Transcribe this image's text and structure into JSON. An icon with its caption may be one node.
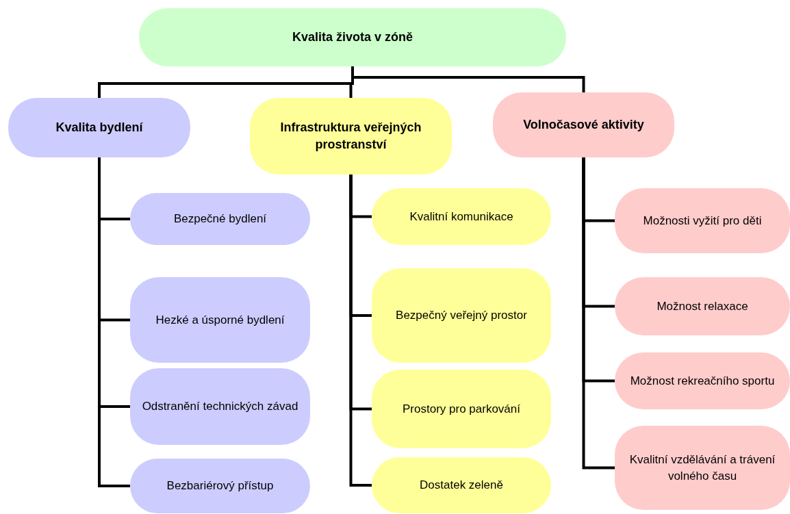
{
  "diagram": {
    "nodes": [
      {
        "text": [
          "Kvalita života v zóně"
        ]
      },
      {
        "text": [
          "Kvalita bydlení"
        ]
      },
      {
        "text": [
          "Infrastruktura veřejných prostranství"
        ]
      },
      {
        "text": [
          "Volnočasové aktivity"
        ]
      },
      {
        "text": [
          "Bezpečné bydlení"
        ]
      },
      {
        "text": [
          "Hezké a úsporné bydlení"
        ]
      },
      {
        "text": [
          "Odstranění technických závad"
        ]
      },
      {
        "text": [
          "Bezbariérový přístup"
        ]
      },
      {
        "text": [
          "Kvalitní komunikace"
        ]
      },
      {
        "text": [
          "Bezpečný veřejný prostor"
        ]
      },
      {
        "text": [
          "Prostory pro parkování"
        ]
      },
      {
        "text": [
          "Dostatek zeleně"
        ]
      },
      {
        "text": [
          "Možnosti vyžití pro děti"
        ]
      },
      {
        "text": [
          "Možnost relaxace"
        ]
      },
      {
        "text": [
          "Možnost rekreačního sportu"
        ]
      },
      {
        "text": [
          "Kvalitní vzdělávání a trávení volného času"
        ]
      }
    ],
    "edges": [
      {
        "from": 0,
        "to": 1,
        "arrow": "none"
      },
      {
        "from": 0,
        "to": 2,
        "arrow": "none"
      },
      {
        "from": 0,
        "to": 3,
        "arrow": "none"
      },
      {
        "from": 1,
        "to": 4,
        "arrow": "none"
      },
      {
        "from": 1,
        "to": 5,
        "arrow": "none"
      },
      {
        "from": 1,
        "to": 6,
        "arrow": "none"
      },
      {
        "from": 1,
        "to": 7,
        "arrow": "none"
      },
      {
        "from": 2,
        "to": 8,
        "arrow": "none"
      },
      {
        "from": 2,
        "to": 9,
        "arrow": "none"
      },
      {
        "from": 2,
        "to": 10,
        "arrow": "none"
      },
      {
        "from": 2,
        "to": 11,
        "arrow": "none"
      },
      {
        "from": 3,
        "to": 12,
        "arrow": "none"
      },
      {
        "from": 3,
        "to": 13,
        "arrow": "none"
      },
      {
        "from": 3,
        "to": 14,
        "arrow": "none"
      },
      {
        "from": 3,
        "to": 15,
        "arrow": "none"
      }
    ]
  }
}
